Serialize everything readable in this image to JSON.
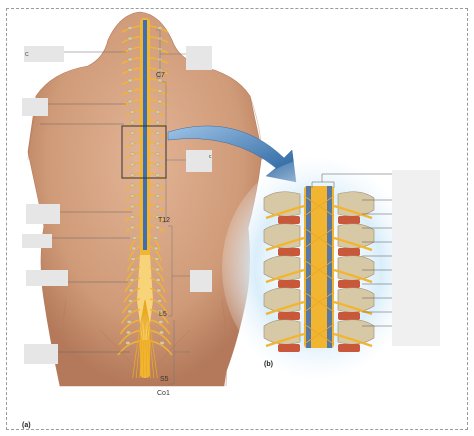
{
  "panels": {
    "a": "(a)",
    "b": "(b)"
  },
  "spine_labels": {
    "c7": "C7",
    "t12": "T12",
    "l5": "L5",
    "s5": "S5",
    "co1": "Co1"
  },
  "fragments": {
    "c_left": "C",
    "c_right": "c"
  },
  "colors": {
    "skin": "#d9a785",
    "skin_dark": "#b47a5a",
    "nerve": "#f2b531",
    "nerve_light": "#f7d47a",
    "vessel_blue": "#3d6fb8",
    "bone": "#d8c9a6",
    "bone_shadow": "#9b8a6a",
    "arrow": "#2e6aa6",
    "label_box": "#e6e6e6",
    "halo": "#cfe6f5"
  },
  "icons": {
    "callout": "blue-curved-arrow-icon"
  }
}
